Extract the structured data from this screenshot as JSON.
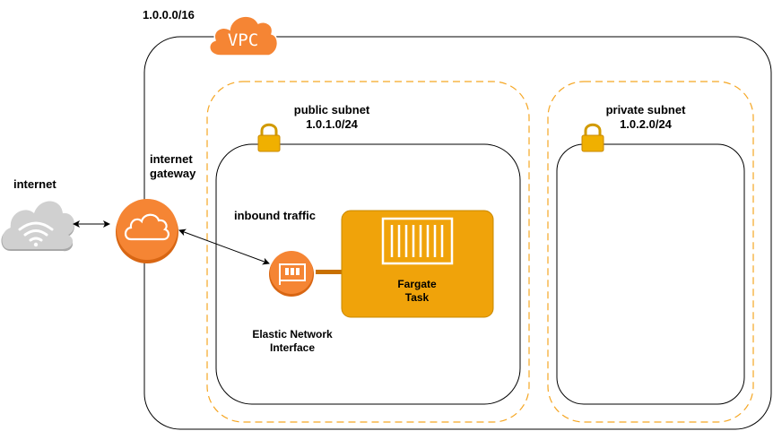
{
  "vpc": {
    "cidr": "1.0.0.0/16",
    "badge": "VPC",
    "badge_color": "#F58534"
  },
  "internet": {
    "label": "internet"
  },
  "internet_gateway": {
    "label_line1": "internet",
    "label_line2": "gateway"
  },
  "public_subnet": {
    "name": "public subnet",
    "cidr": "1.0.1.0/24"
  },
  "private_subnet": {
    "name": "private subnet",
    "cidr": "1.0.2.0/24"
  },
  "inbound_traffic": {
    "label": "inbound traffic"
  },
  "eni": {
    "label_line1": "Elastic Network",
    "label_line2": "Interface"
  },
  "fargate_task": {
    "label_line1": "Fargate",
    "label_line2": "Task",
    "color": "#F0A30A"
  },
  "icons": [
    "vpc-cloud-icon",
    "internet-cloud-icon",
    "internet-gateway-icon",
    "lock-icon",
    "eni-icon",
    "container-icon"
  ],
  "colors": {
    "subnet_border": "#F5A623",
    "aws_orange": "#F58534",
    "fargate": "#F0A30A",
    "fargate_stroke": "#C98800"
  }
}
